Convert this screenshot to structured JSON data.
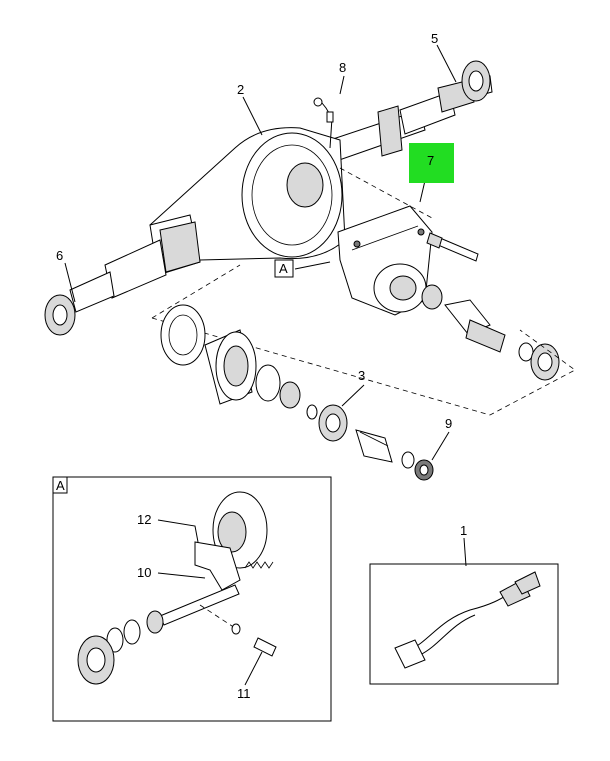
{
  "highlight_color": "#22dd22",
  "callouts": {
    "c1": "1",
    "c2": "2",
    "c3": "3",
    "c5": "5",
    "c6": "6",
    "c7": "7",
    "c8": "8",
    "c9": "9",
    "c10": "10",
    "c11": "11",
    "c12": "12"
  },
  "view_ref": "A",
  "inset_label": "A"
}
